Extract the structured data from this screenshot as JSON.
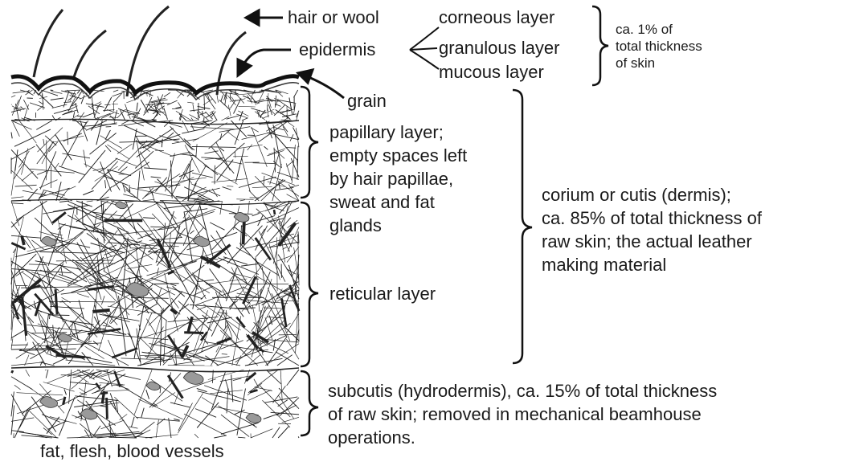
{
  "diagram": {
    "top_labels": {
      "hair": "hair or wool",
      "epidermis": "epidermis",
      "corneous": "corneous layer",
      "granulous": "granulous layer",
      "mucous": "mucous layer",
      "epidermis_share": [
        "ca. 1% of",
        "total thickness",
        "of skin"
      ],
      "grain": "grain"
    },
    "papillary": [
      "papillary layer;",
      "empty spaces left",
      "by hair papillae,",
      "sweat and fat",
      "glands"
    ],
    "reticular": "reticular layer",
    "corium": [
      "corium or cutis (dermis);",
      "ca. 85% of total thickness of",
      "raw skin; the actual leather",
      "making material"
    ],
    "subcutis": [
      "subcutis (hydrodermis), ca. 15% of total thickness",
      "of raw skin; removed in mechanical beamhouse",
      "operations."
    ],
    "bottom": "fat, flesh, blood vessels"
  }
}
